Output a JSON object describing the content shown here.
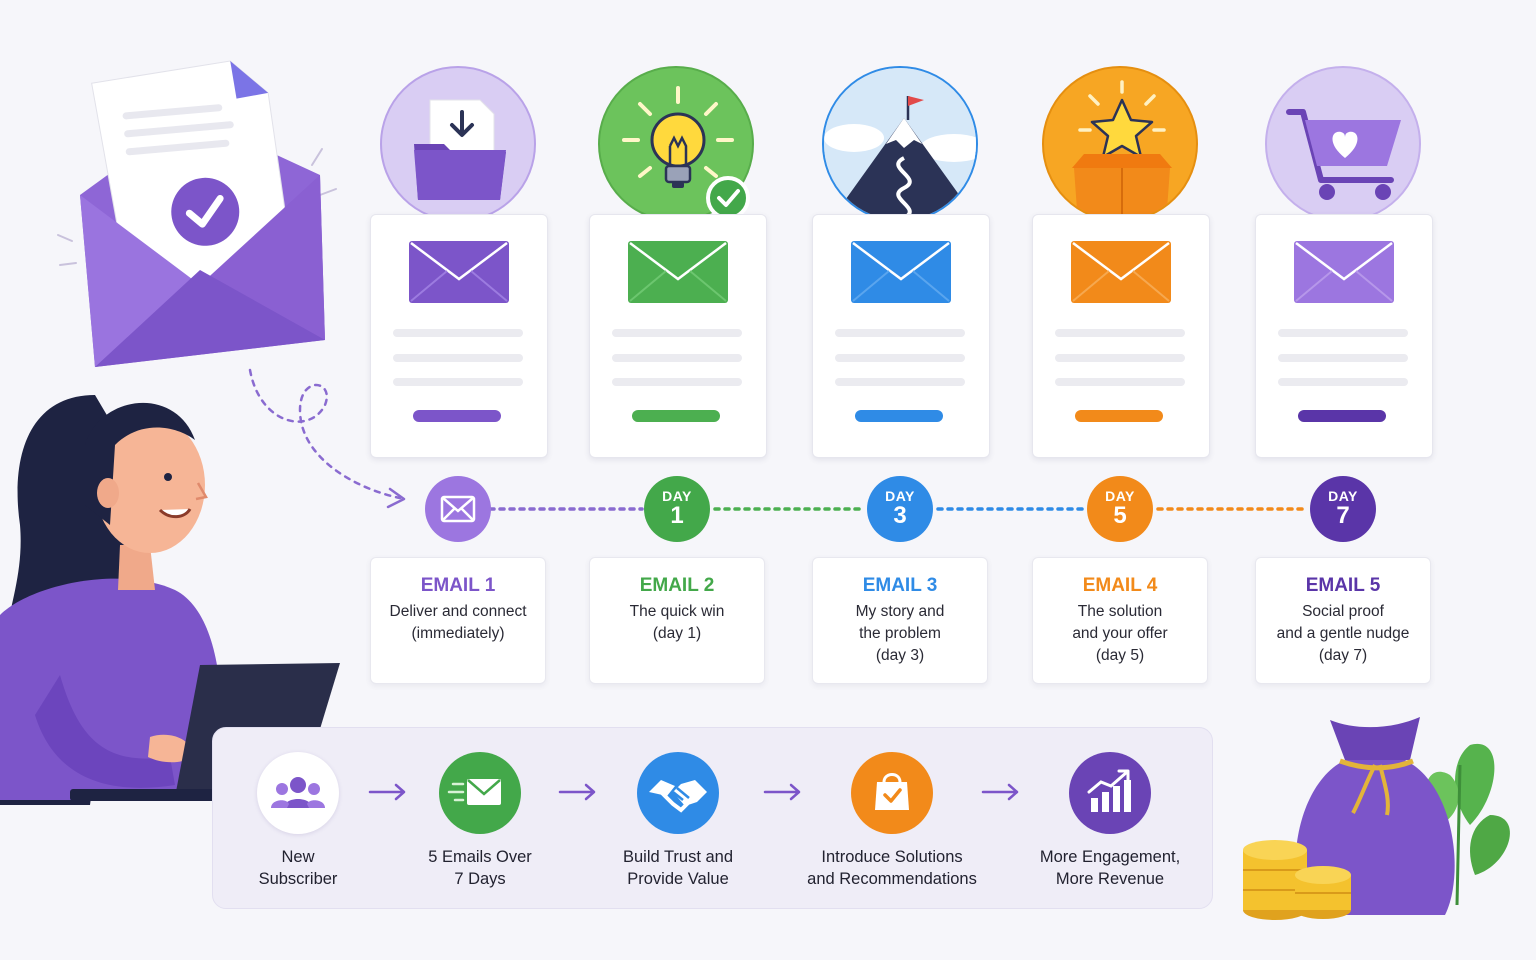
{
  "colors": {
    "purple": "#7c55c9",
    "green": "#4caf50",
    "blue": "#2f8be6",
    "orange": "#f28a1a",
    "dark_purple": "#5a35a8",
    "background": "#f6f6fa"
  },
  "top_illustrations": [
    {
      "icon": "folder-download-icon",
      "color": "#c9b6ee"
    },
    {
      "icon": "lightbulb-check-icon",
      "color": "#6cc35c"
    },
    {
      "icon": "mountain-flag-icon",
      "color": "#bcd9f4"
    },
    {
      "icon": "star-box-icon",
      "color": "#f7a623"
    },
    {
      "icon": "shopping-cart-heart-icon",
      "color": "#d9cdf3"
    }
  ],
  "timeline": [
    {
      "day_label": "",
      "day_number": "",
      "icon": "envelope-icon",
      "color": "#9c76e0"
    },
    {
      "day_label": "DAY",
      "day_number": "1",
      "color": "#43a84a"
    },
    {
      "day_label": "DAY",
      "day_number": "3",
      "color": "#2f8be6"
    },
    {
      "day_label": "DAY",
      "day_number": "5",
      "color": "#f28a1a"
    },
    {
      "day_label": "DAY",
      "day_number": "7",
      "color": "#5a35a8"
    }
  ],
  "emails": [
    {
      "title": "EMAIL 1",
      "description_lines": [
        "Deliver and connect",
        "(immediately)"
      ],
      "color": "#7c55c9"
    },
    {
      "title": "EMAIL 2",
      "description_lines": [
        "The quick win",
        "(day 1)"
      ],
      "color": "#43a84a"
    },
    {
      "title": "EMAIL 3",
      "description_lines": [
        "My story and",
        "the problem",
        "(day 3)"
      ],
      "color": "#2f8be6"
    },
    {
      "title": "EMAIL 4",
      "description_lines": [
        "The solution",
        "and your offer",
        "(day 5)"
      ],
      "color": "#f28a1a"
    },
    {
      "title": "EMAIL 5",
      "description_lines": [
        "Social proof",
        "and a gentle nudge",
        "(day 7)"
      ],
      "color": "#5a35a8"
    }
  ],
  "flow_steps": [
    {
      "label_lines": [
        "New",
        "Subscriber"
      ],
      "icon": "people-group-icon",
      "color": "#ffffff"
    },
    {
      "label_lines": [
        "5 Emails Over",
        "7 Days"
      ],
      "icon": "email-send-icon",
      "color": "#43a84a"
    },
    {
      "label_lines": [
        "Build Trust and",
        "Provide Value"
      ],
      "icon": "handshake-icon",
      "color": "#2f8be6"
    },
    {
      "label_lines": [
        "Introduce Solutions",
        "and Recommendations"
      ],
      "icon": "shopping-bag-check-icon",
      "color": "#f28a1a"
    },
    {
      "label_lines": [
        "More Engagement,",
        "More Revenue"
      ],
      "icon": "growth-chart-icon",
      "color": "#6a44b5"
    }
  ]
}
